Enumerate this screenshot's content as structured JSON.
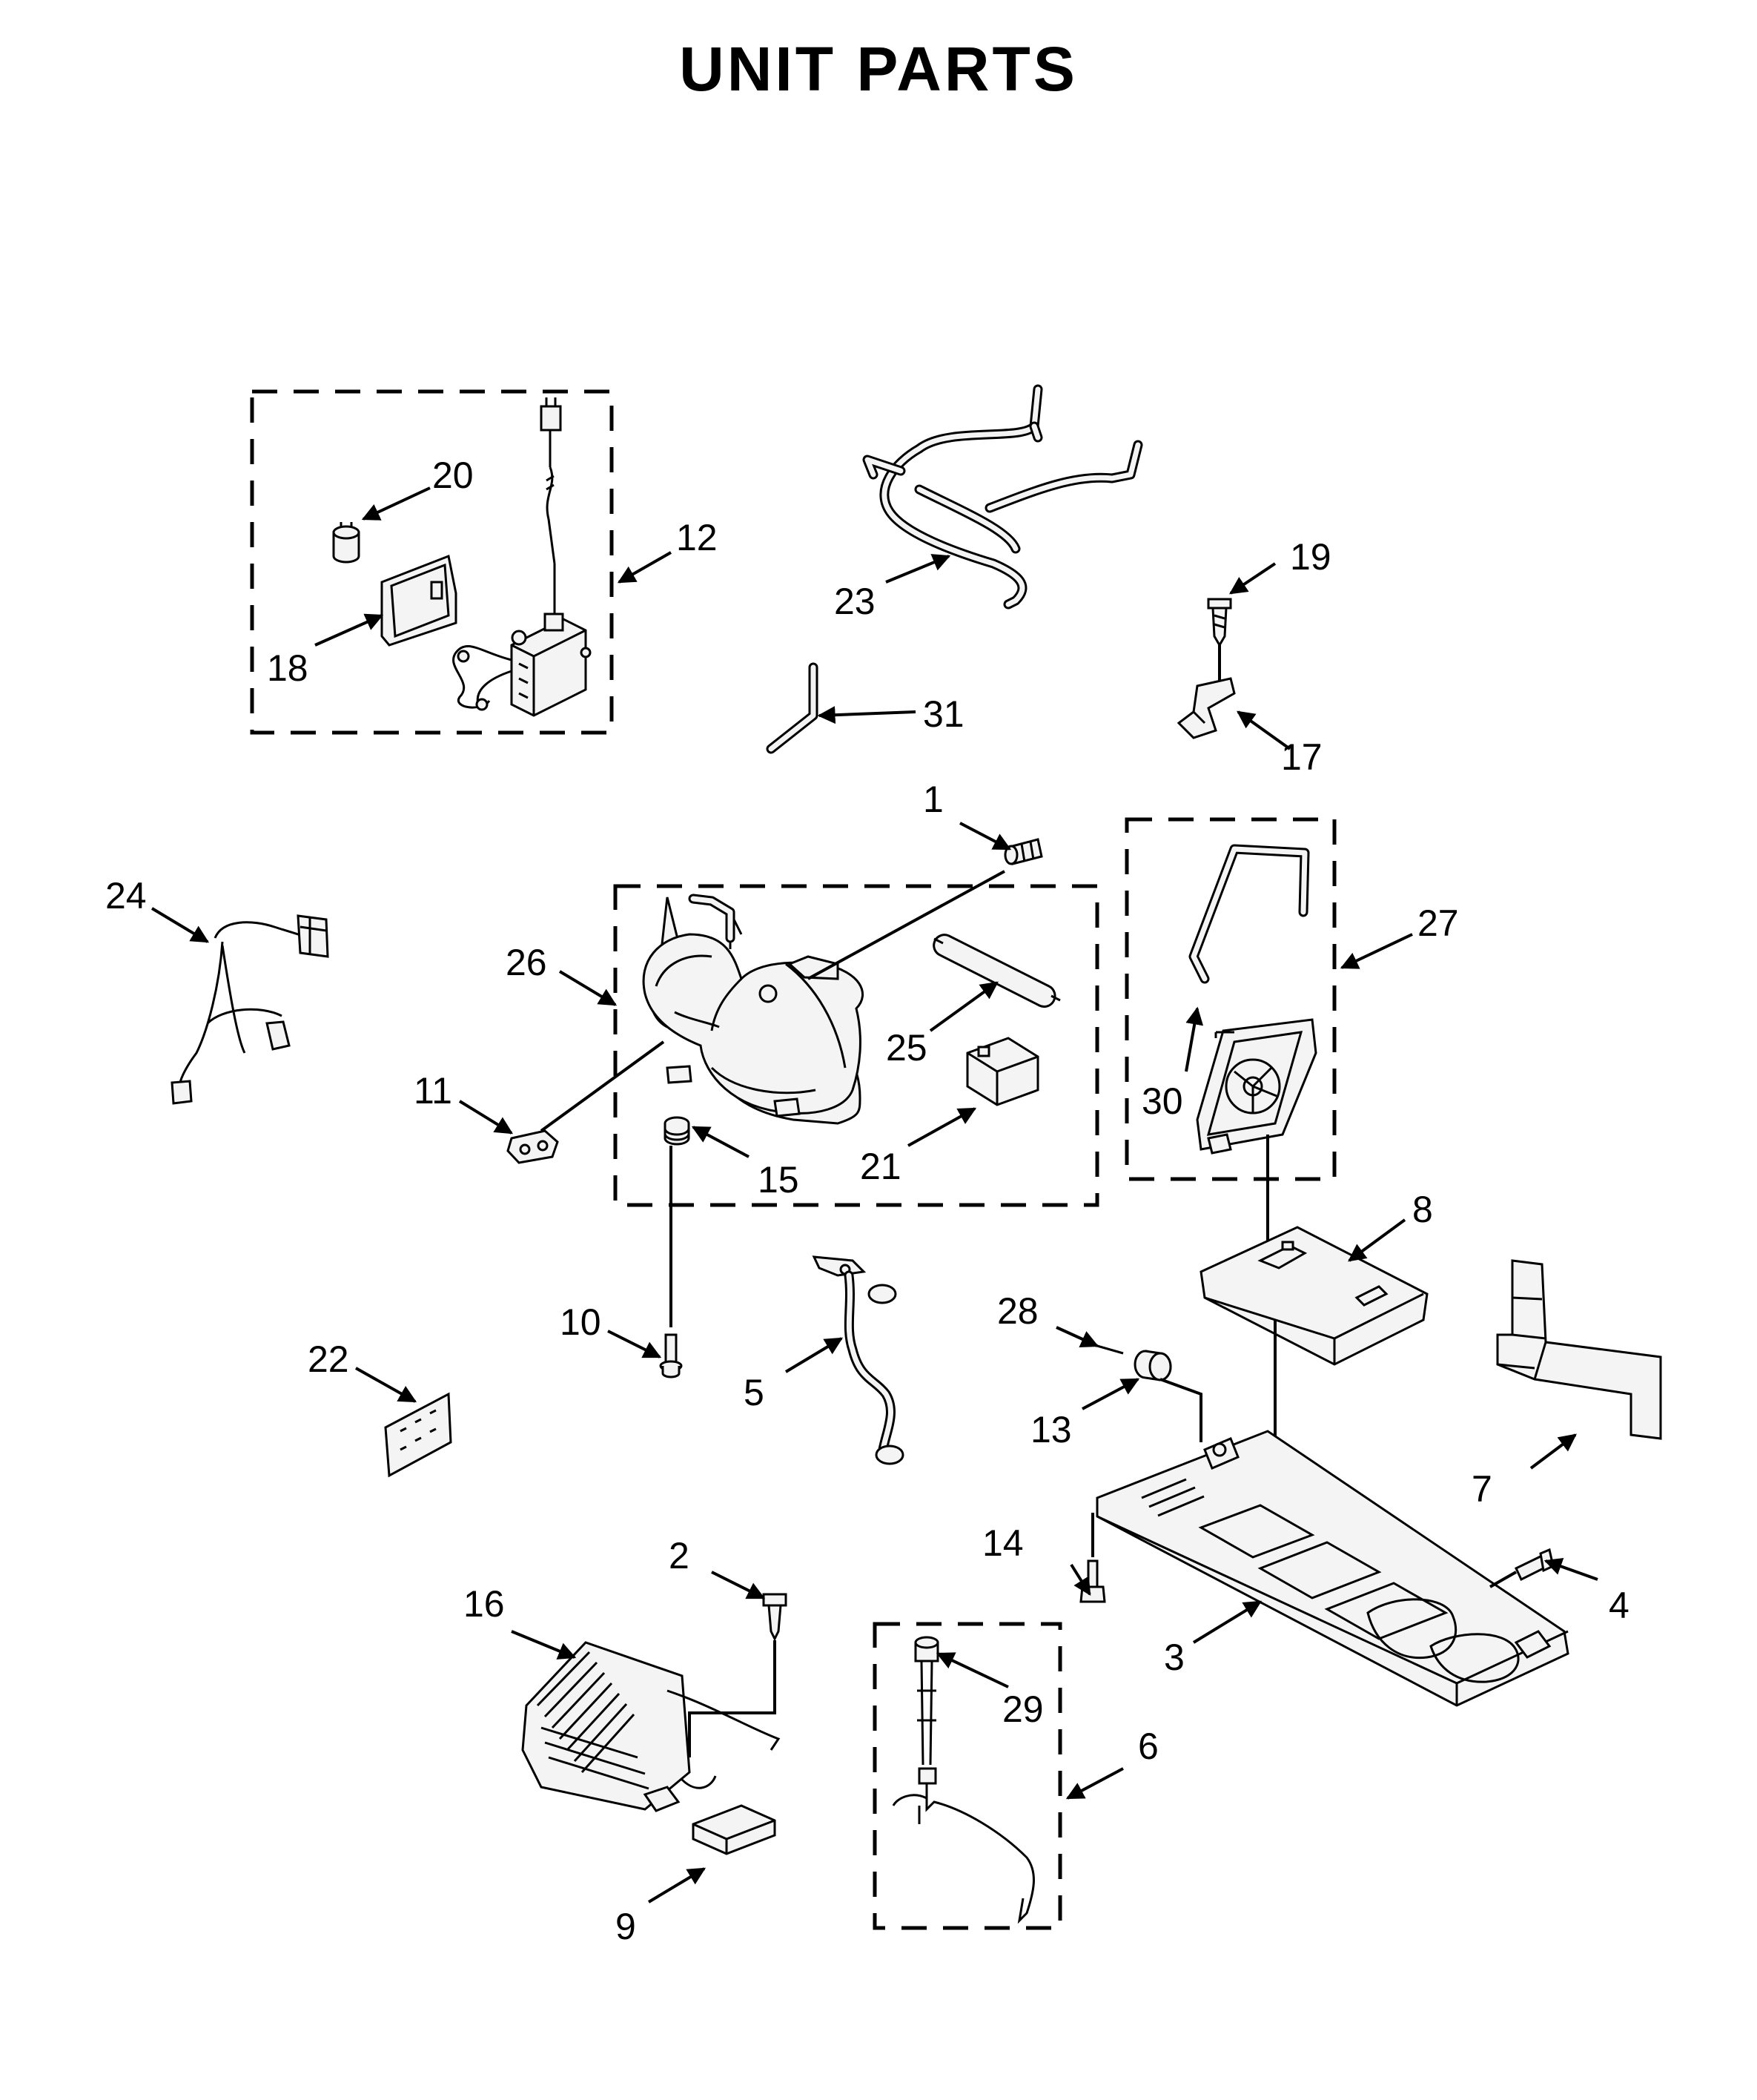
{
  "title": "UNIT PARTS",
  "callouts": {
    "c1": "1",
    "c2": "2",
    "c3": "3",
    "c4": "4",
    "c5": "5",
    "c6": "6",
    "c7": "7",
    "c8": "8",
    "c9": "9",
    "c10": "10",
    "c11": "11",
    "c12": "12",
    "c13": "13",
    "c14": "14",
    "c15": "15",
    "c16": "16",
    "c17": "17",
    "c18": "18",
    "c19": "19",
    "c20": "20",
    "c21": "21",
    "c22": "22",
    "c23": "23",
    "c24": "24",
    "c25": "25",
    "c26": "26",
    "c27": "27",
    "c28": "28",
    "c29": "29",
    "c30": "30",
    "c31": "31"
  }
}
